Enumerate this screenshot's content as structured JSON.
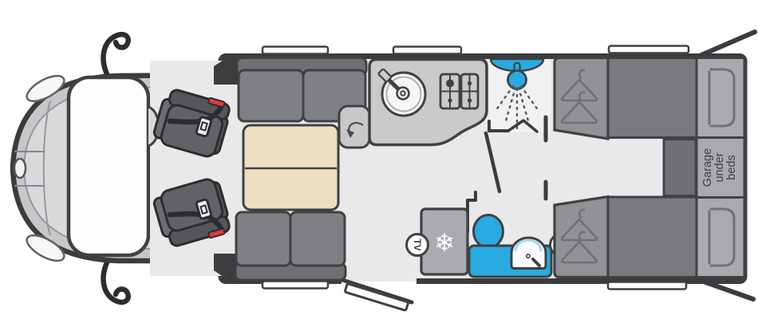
{
  "labels": {
    "garage": {
      "line1": "Garage",
      "line2": "under",
      "line3": "beds"
    },
    "tv": "TV"
  },
  "icons": {
    "snowflake": "❄",
    "named": [
      "shower-head-icon",
      "hanger-icon",
      "snowflake-icon",
      "tv-badge",
      "sink-icon",
      "hob-icon",
      "toilet-icon",
      "basin-icon",
      "seatbelt-icon",
      "swivel-arrow-icon"
    ]
  },
  "colors": {
    "floor": "#E9E9EA",
    "floor_light": "#F1F1F2",
    "wall": "#3A3C3E",
    "outline": "#3F4143",
    "sofa": "#7E8083",
    "sofa_back": "#6F7073",
    "table_beige": "#EEDFC3",
    "kitchen_gray": "#C9CACB",
    "flap_gray": "#C7C8CA",
    "fixture_blue": "#29ABE2",
    "seatbelt_red": "#E0393E",
    "bed_gray": "#77797C",
    "bed_dark": "#6E7073",
    "pillow_panel": "#A8AAAD",
    "wardrobe_gray": "#909295",
    "fridge_gray": "#A9ABAE",
    "cab_body": "#C6C7C9",
    "cab_inner": "#D8D9DA",
    "hanger_gray": "#6E7073",
    "belt_black": "#2B2D2F",
    "seat_dark": "#54565A",
    "seat_mid": "#606266",
    "seat_arm": "#6B6D70",
    "white": "#FFFFFF"
  }
}
